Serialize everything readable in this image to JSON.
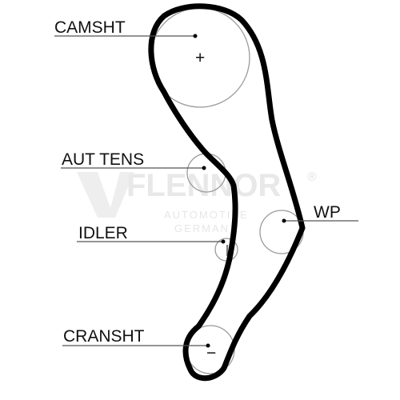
{
  "labels": {
    "camshaft": "CAMSHT",
    "auto_tensioner": "AUT TENS",
    "idler": "IDLER",
    "crankshaft": "CRANSHT",
    "water_pump": "WP"
  },
  "markers": {
    "camshaft": "+",
    "crankshaft": "−"
  },
  "watermark": {
    "brand": "FLENNOR",
    "registered": "®",
    "line1": "AUTOMOTIVE",
    "line2": "GERMANY"
  },
  "colors": {
    "belt": "#000000",
    "pulley": "#9a9a9a",
    "leader": "#555555",
    "watermark": "#e8e8e8"
  }
}
